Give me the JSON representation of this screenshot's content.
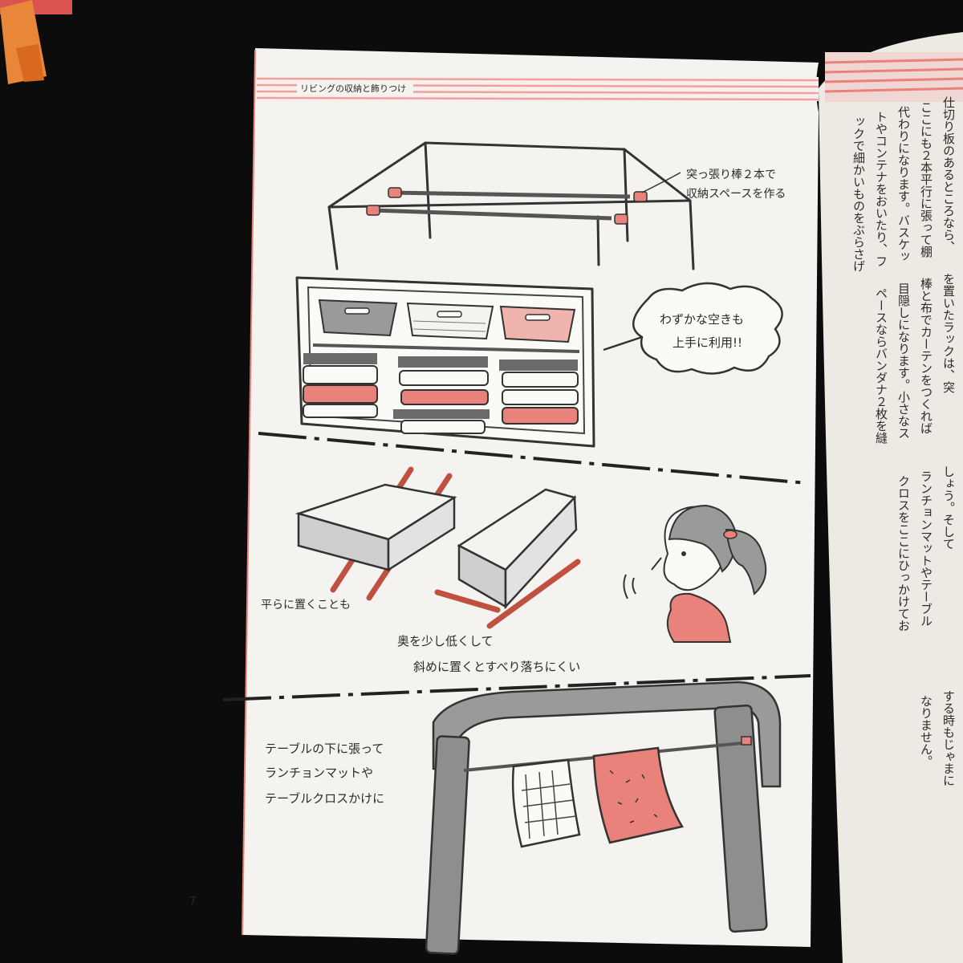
{
  "page": {
    "header_tab": "リビングの収納と飾りつけ",
    "page_number": "7"
  },
  "illustration": {
    "callout_rods": [
      "突っ張り棒２本で",
      "収納スペースを作る"
    ],
    "callout_bubble": [
      "わずかな空きも",
      "上手に利用!!"
    ],
    "label_flat": "平らに置くことも",
    "label_slanted": [
      "奥を少し低くして",
      "斜めに置くとすべり落ちにくい"
    ],
    "label_table": [
      "テーブルの下に張って",
      "ランチョンマットや",
      "テーブルクロスかけに"
    ]
  },
  "facing_page": {
    "columns_top": [
      "仕切り板のあるところなら、",
      "ここにも２本平行に張って棚",
      "代わりになります。バスケッ",
      "トやコンテナをおいたり、フ",
      "ックで細かいものをぶらさげ"
    ],
    "columns_mid": [
      "を置いたラックは、突",
      "棒と布でカーテンをつくれば",
      "目隠しになります。小さなス",
      "ペースならバンダナ２枚を縫"
    ],
    "columns_low": [
      "しょう。そして",
      "ランチョンマットやテーブル",
      "クロスをここにひっかけてお"
    ],
    "columns_bottom": [
      "する時もじゃまに",
      "なりません。"
    ]
  },
  "colors": {
    "accent": "#e8827a",
    "paper": "#f4f3ef",
    "ink": "#2a2a2a"
  }
}
